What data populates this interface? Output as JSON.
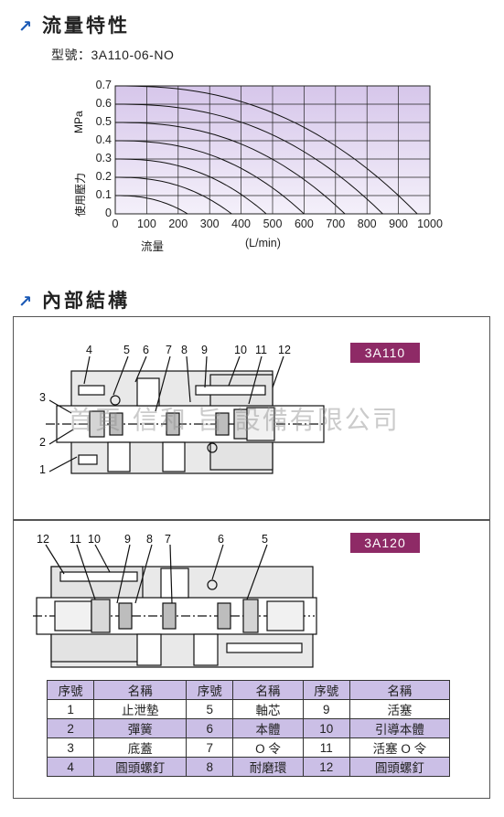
{
  "sections": {
    "flow_title": "流量特性",
    "structure_title": "內部結構"
  },
  "model_label": "型號：",
  "model_value": "3A110-06-NO",
  "chart_data": {
    "type": "line",
    "ylabel_units": "MPa",
    "ylabel_text": "使用壓力",
    "xlabel_text": "流量",
    "xlabel_units": "(L/min)",
    "x_ticks": [
      "0",
      "100",
      "200",
      "300",
      "400",
      "500",
      "600",
      "700",
      "800",
      "900",
      "1000"
    ],
    "y_ticks": [
      "0",
      "0.1",
      "0.2",
      "0.3",
      "0.4",
      "0.5",
      "0.6",
      "0.7"
    ],
    "xlim": [
      0,
      1000
    ],
    "ylim": [
      0,
      0.7
    ],
    "grid": true,
    "series": [
      {
        "p": 0.1,
        "max_flow": 230
      },
      {
        "p": 0.2,
        "max_flow": 370
      },
      {
        "p": 0.3,
        "max_flow": 480
      },
      {
        "p": 0.4,
        "max_flow": 600
      },
      {
        "p": 0.5,
        "max_flow": 730
      },
      {
        "p": 0.6,
        "max_flow": 850
      },
      {
        "p": 0.7,
        "max_flow": 960
      }
    ]
  },
  "diagrams": {
    "top_tag": "3A110",
    "bottom_tag": "3A120",
    "top_numbers": [
      "1",
      "2",
      "3",
      "4",
      "5",
      "6",
      "7",
      "8",
      "9",
      "10",
      "11",
      "12"
    ],
    "bottom_numbers": [
      "12",
      "11",
      "10",
      "9",
      "8",
      "7",
      "6",
      "5"
    ]
  },
  "watermark": "首頁  信和  旨  設備有限公司",
  "parts_table": {
    "headers": [
      "序號",
      "名稱",
      "序號",
      "名稱",
      "序號",
      "名稱"
    ],
    "rows": [
      [
        "1",
        "止泄墊",
        "5",
        "軸芯",
        "9",
        "活塞"
      ],
      [
        "2",
        "彈簧",
        "6",
        "本體",
        "10",
        "引導本體"
      ],
      [
        "3",
        "底蓋",
        "7",
        "O 令",
        "11",
        "活塞 O 令"
      ],
      [
        "4",
        "圓頭螺釘",
        "8",
        "耐磨環",
        "12",
        "圓頭螺釘"
      ]
    ]
  }
}
